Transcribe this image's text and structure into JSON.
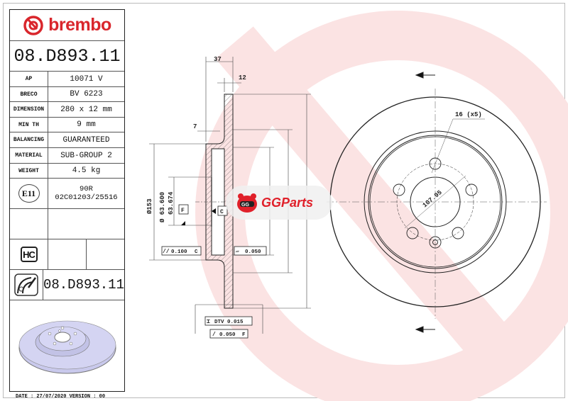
{
  "brand": {
    "name": "brembo",
    "color": "#d9262c"
  },
  "part_number": "08.D893.11",
  "specs": [
    {
      "label": "AP",
      "value": "10071 V"
    },
    {
      "label": "BRECO",
      "value": "BV 6223"
    },
    {
      "label": "DIMENSION",
      "value": "280 x 12 mm"
    },
    {
      "label": "MIN TH",
      "value": "9 mm"
    },
    {
      "label": "BALANCING",
      "value": "GUARANTEED"
    },
    {
      "label": "MATERIAL",
      "value": "SUB-GROUP 2"
    },
    {
      "label": "WEIGHT",
      "value": "4.5 kg"
    }
  ],
  "approval": {
    "badge": "E11",
    "line1": "90R",
    "line2": "02C01203/25516"
  },
  "hc_badge": "HC",
  "pad_part_number": "08.D893.11",
  "footer": "DATE : 27/07/2020 VERSION : 00",
  "watermark": {
    "text": "GGParts",
    "gg": "GG",
    "parts": "Parts"
  },
  "drawing": {
    "dim_37": "37",
    "dim_12": "12",
    "dim_7": "7",
    "dia_153": "Ø153",
    "dia_hub_max": "63.674",
    "dia_hub_min": "Ø 63.600",
    "datum_f": "F",
    "datum_c": "C",
    "tol_parallel": "0.100",
    "tol_parallel_ref": "C",
    "tol_flat": "0.050",
    "dtv": "DTV 0.015",
    "runout": "0.050",
    "runout_ref": "F",
    "holes": "16 (x5)",
    "pcd": "107.95"
  }
}
